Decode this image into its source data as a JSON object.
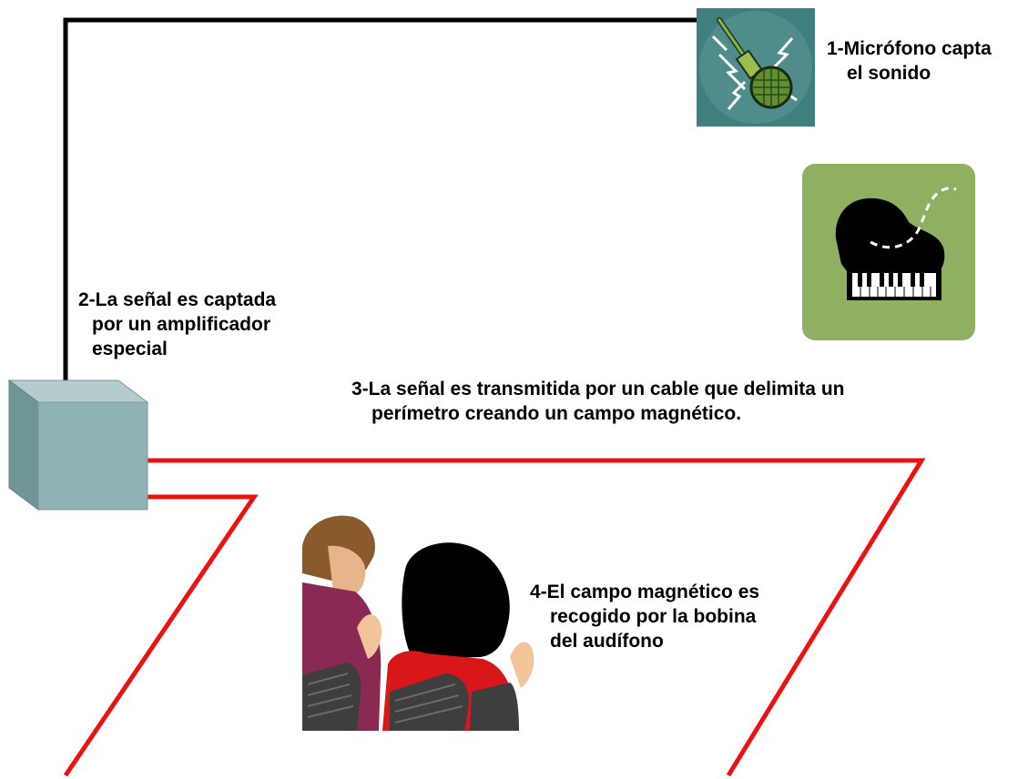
{
  "steps": {
    "step1": [
      "1-Micrófono capta",
      "el sonido"
    ],
    "step2": [
      "2-La señal es captada",
      "por un amplificador",
      "especial"
    ],
    "step3": [
      "3-La señal es transmitida por un cable que delimita un",
      "perímetro creando un campo magnético."
    ],
    "step4": [
      "4-El campo magnético es",
      "recogido por la bobina",
      "del audífono"
    ]
  },
  "icons": {
    "microphone": "microphone-icon",
    "piano": "piano-icon",
    "amplifier": "amplifier-box-icon",
    "audience": "audience-icon"
  },
  "colors": {
    "loop_cable": "#ee1111",
    "signal_cable": "#000000",
    "amplifier": "#8fb2b4",
    "microphone_bg": "#3f7f7f",
    "piano_bg": "#8fb060"
  }
}
